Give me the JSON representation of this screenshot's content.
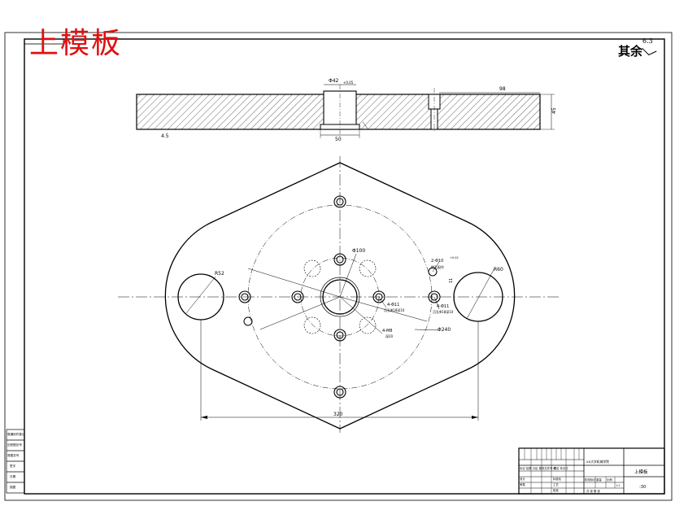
{
  "drawing": {
    "title": "上模板",
    "roughness_label": "其余",
    "roughness_value": "6.3"
  },
  "section_view": {
    "bore_dim": "Φ42",
    "bore_tol": "+0.05",
    "top_dim": "98",
    "thickness_dim": "45",
    "counterbore_dim": "50",
    "hatch_symbol": "4.5"
  },
  "plan_view": {
    "pcd_label": "Φ240",
    "center_circle_label": "Φ100",
    "left_hole_label": "R52",
    "right_hole_label": "R60",
    "width_dim": "320",
    "note_pin_holes": "2-Φ10",
    "note_pin_sub": "销孔配作",
    "note_pin_tol": "+0.02",
    "note_screw_a": "4-Φ11",
    "note_screw_a_sub": "沉孔Φ18深10",
    "note_screw_b": "4-Φ11",
    "note_screw_b_sub": "沉孔Φ18深10",
    "note_thread": "4-M8",
    "note_thread_sub": "深20",
    "note_offset": "11"
  },
  "title_block": {
    "part_name": "上模板",
    "scale": "1:1",
    "drawing_no": "-30",
    "company": "XX大学机械学院",
    "material": "45",
    "row_design": "设计",
    "row_check": "审核",
    "row_approve": "批准",
    "row_process": "工艺",
    "col_marks": "标记 处数 分区 更改文件号 签名 年月日",
    "col_stage": "阶段标记",
    "col_weight": "重量",
    "col_ratio": "比例",
    "col_sheets": "共 张 第 张",
    "row_std": "标准化"
  },
  "side_block": {
    "rows": [
      "借通用件登记",
      "旧底图总号",
      "底图总号",
      "签字",
      "日期",
      "描图"
    ]
  }
}
